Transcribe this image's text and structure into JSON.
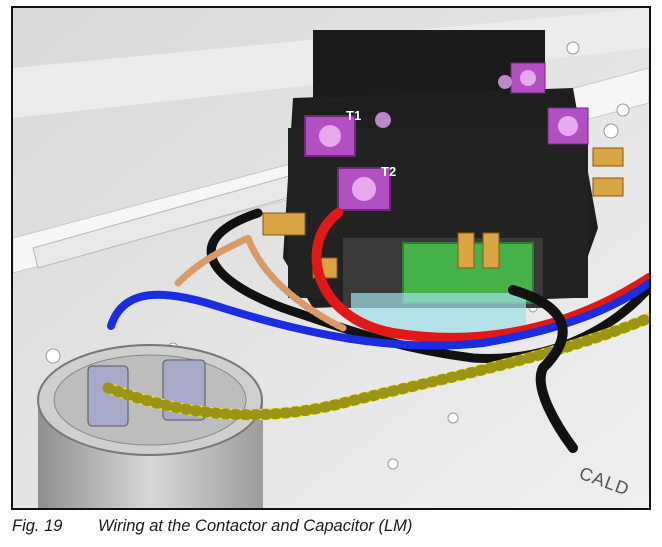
{
  "figure": {
    "number_label": "Fig. 19",
    "caption": "Wiring at the Contactor and Capacitor (LM)"
  },
  "terminals": {
    "t1": "T1",
    "t2": "T2"
  },
  "panel_text": "CALD",
  "colors": {
    "contactor_body": "#1b1b1b",
    "terminal": "#b14fc3",
    "wire_red": "#e01818",
    "wire_blue": "#1a2de0",
    "wire_yellow": "#f3ea17",
    "wire_black": "#111111",
    "wire_orange": "#d99a6a",
    "coil_green": "#45b24a",
    "panel": "#e2e2e2"
  }
}
